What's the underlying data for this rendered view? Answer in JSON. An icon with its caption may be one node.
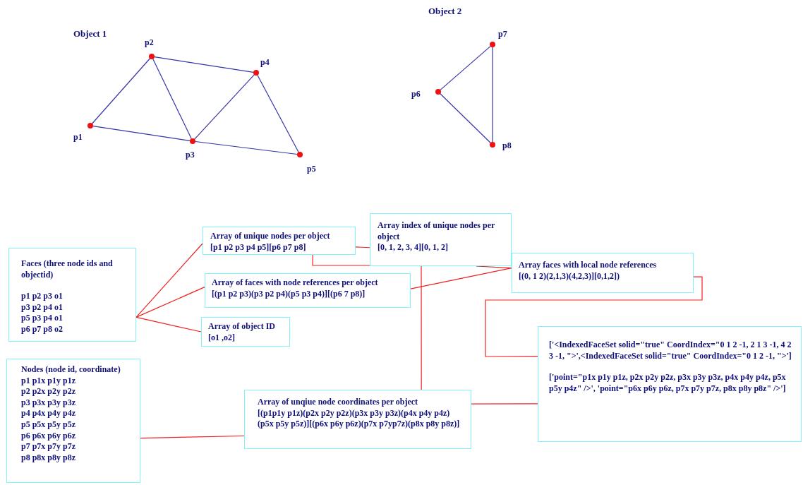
{
  "diagram": {
    "nodes": [
      {
        "text": [],
        "shape": "circle",
        "beside": [
          "p1"
        ]
      },
      {
        "text": [],
        "shape": "circle",
        "beside": [
          "p2"
        ]
      },
      {
        "text": [],
        "shape": "circle",
        "beside": [
          "p3"
        ]
      },
      {
        "text": [],
        "shape": "circle",
        "beside": [
          "p4"
        ]
      },
      {
        "text": [],
        "shape": "circle",
        "beside": [
          "p5"
        ]
      },
      {
        "text": [],
        "shape": "circle",
        "beside": [
          "p6"
        ]
      },
      {
        "text": [],
        "shape": "circle",
        "beside": [
          "p7"
        ]
      },
      {
        "text": [],
        "shape": "circle",
        "beside": [
          "p8"
        ]
      },
      {
        "text": [
          "Faces (three node ids and objectid)",
          "p1 p2 p3 o1",
          "p3 p2 p4 o1",
          "p5 p3 p4 o1",
          "p6 p7 p8 o2"
        ]
      },
      {
        "text": [
          "Array of unique nodes per object",
          "[p1 p2 p3 p4 p5][p6 p7 p8]"
        ]
      },
      {
        "text": [
          "Array index of unique nodes per object",
          "[0, 1, 2, 3, 4][0, 1, 2]"
        ]
      },
      {
        "text": [
          "Array of faces with node references per object",
          "[(p1 p2 p3)(p3 p2 p4)(p5 p3 p4)][(p6 7 p8)]"
        ]
      },
      {
        "text": [
          "Array faces with local node references",
          "[(0, 1 2)(2,1,3)(4,2,3)][0,1,2])"
        ]
      },
      {
        "text": [
          "Array of object ID",
          "[o1 ,o2]"
        ]
      },
      {
        "text": [
          "Nodes (node id, coordinate)",
          "p1 p1x p1y p1z",
          "p2 p2x p2y p2z",
          "p3 p3x p3y p3z",
          "p4 p4x p4y p4z",
          "p5 p5x p5y p5z",
          "p6 p6x p6y p6z",
          "p7 p7x p7y p7z",
          "p8 p8x p8y p8z"
        ]
      },
      {
        "text": [
          "Array of unqiue node coordinates per object",
          "[(p1p1y p1z)(p2x p2y p2z)(p3x p3y p3z)(p4x p4y p4z)(p5x p5y p5z)][(p6x p6y p6z)(p7x p7yp7z)(p8x p8y p8z)]"
        ]
      },
      {
        "text": [
          "['<IndexedFaceSet solid=\"true\" CoordIndex=\"0 1 2 -1, 2 1 3 -1, 4 2 3 -1, \">',<IndexedFaceSet solid=\"true\" CoordIndex=\"0 1 2 -1, \">']",
          "['point=\"p1x p1y p1z, p2x p2y p2z, p3x p3y p3z, p4x p4y p4z, p5x p5y p4z\" />', 'point=\"p6x p6y p6z, p7x p7y p7z, p8x p8y p8z\" />']"
        ]
      }
    ],
    "edges": [
      {
        "from": 0,
        "to": 1,
        "arrow": "none",
        "color": "#3535a8"
      },
      {
        "from": 1,
        "to": 3,
        "arrow": "none",
        "color": "#3535a8"
      },
      {
        "from": 1,
        "to": 2,
        "arrow": "none",
        "color": "#3535a8"
      },
      {
        "from": 0,
        "to": 2,
        "arrow": "none",
        "color": "#3535a8"
      },
      {
        "from": 2,
        "to": 4,
        "arrow": "none",
        "color": "#3535a8"
      },
      {
        "from": 2,
        "to": 3,
        "arrow": "none",
        "color": "#3535a8"
      },
      {
        "from": 3,
        "to": 4,
        "arrow": "none",
        "color": "#3535a8"
      },
      {
        "from": 5,
        "to": 6,
        "arrow": "none",
        "color": "#3535a8"
      },
      {
        "from": 6,
        "to": 7,
        "arrow": "none",
        "color": "#3535a8"
      },
      {
        "from": 5,
        "to": 7,
        "arrow": "none",
        "color": "#3535a8"
      },
      {
        "from": 8,
        "to": 9,
        "arrow": "none",
        "color": "#f02020"
      },
      {
        "from": 8,
        "to": 11,
        "arrow": "none",
        "color": "#f02020"
      },
      {
        "from": 8,
        "to": 13,
        "arrow": "none",
        "color": "#f02020"
      },
      {
        "from": 9,
        "to": 10,
        "arrow": "none",
        "color": "#f02020"
      },
      {
        "from": 9,
        "to": 15,
        "arrow": "none",
        "color": "#f02020"
      },
      {
        "from": 10,
        "to": 12,
        "arrow": "none",
        "color": "#f02020"
      },
      {
        "from": 11,
        "to": 12,
        "arrow": "none",
        "color": "#f02020"
      },
      {
        "from": 12,
        "to": 16,
        "arrow": "none",
        "color": "#f02020"
      },
      {
        "from": 14,
        "to": 15,
        "arrow": "none",
        "color": "#f02020"
      },
      {
        "from": 15,
        "to": 16,
        "arrow": "none",
        "color": "#f02020"
      }
    ],
    "labels": [
      "Object 1",
      "Object 2"
    ]
  }
}
